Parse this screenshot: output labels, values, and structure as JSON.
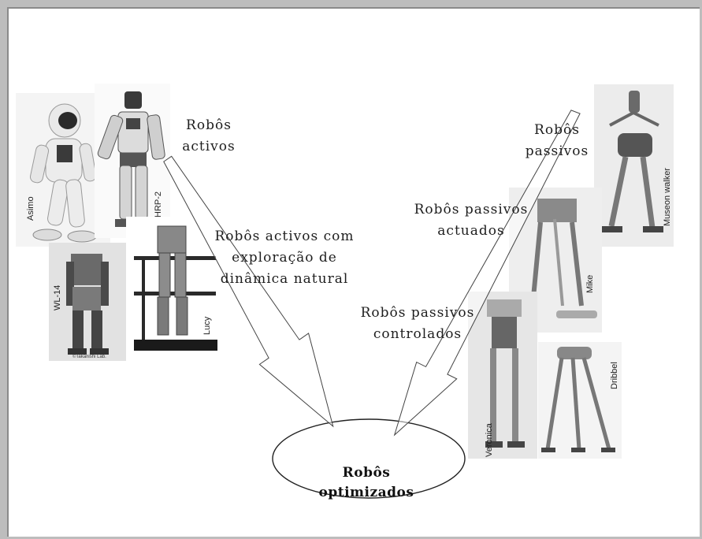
{
  "categories": {
    "active": {
      "line1": "Robôs",
      "line2": "activos"
    },
    "active_natural": {
      "line1": "Robôs activos com",
      "line2": "exploração de",
      "line3": "dinâmica natural"
    },
    "passive": {
      "line1": "Robôs",
      "line2": "passivos"
    },
    "passive_actuated": {
      "line1": "Robôs passivos",
      "line2": "actuados"
    },
    "passive_controlled": {
      "line1": "Robôs passivos",
      "line2": "controlados"
    }
  },
  "result": {
    "line1": "Robôs",
    "line2": "optimizados"
  },
  "robots": {
    "asimo": "Asimo",
    "hrp2": "HRP-2",
    "wl14": "WL-14",
    "wl14_credit": "©Takanishi Lab.",
    "lucy": "Lucy",
    "museon": "Museon walker",
    "mike": "Mike",
    "veronica": "Veronica",
    "dribbel": "Dribbel"
  }
}
